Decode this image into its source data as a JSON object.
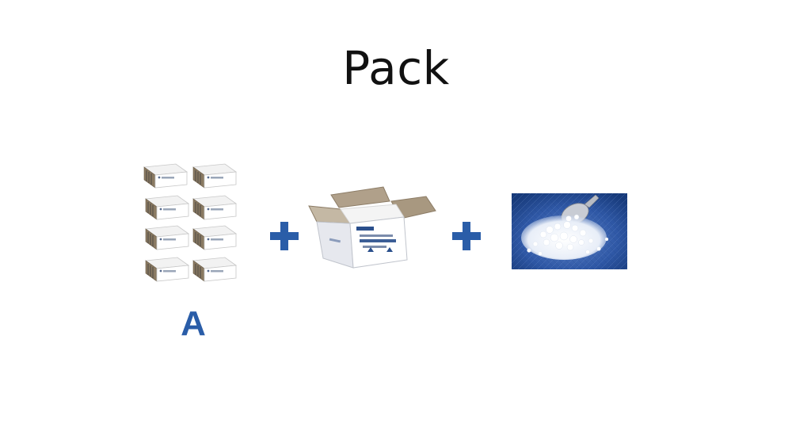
{
  "slide": {
    "title": "Pack",
    "group_label": "A"
  },
  "items": [
    {
      "icon": "sample-box-grid-icon",
      "count": 8
    },
    {
      "icon": "plus-icon"
    },
    {
      "icon": "insulated-shipper-icon"
    },
    {
      "icon": "plus-icon"
    },
    {
      "icon": "dry-ice-icon"
    }
  ],
  "colors": {
    "accent": "#2a5da8",
    "title": "#111111",
    "background": "#ffffff"
  }
}
